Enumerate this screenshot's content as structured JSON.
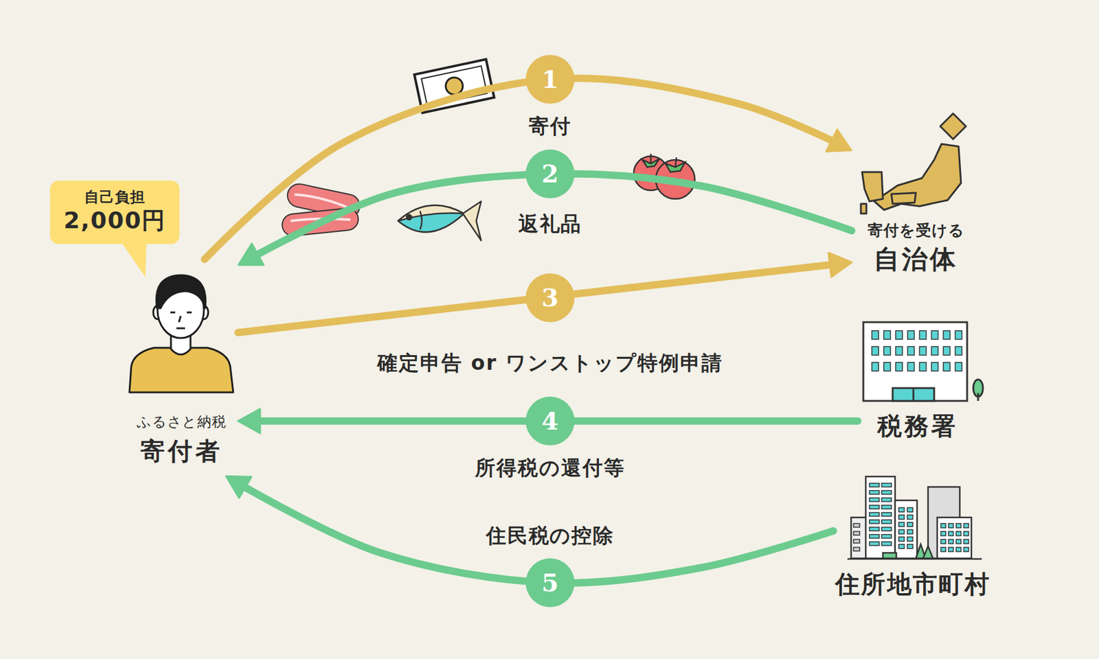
{
  "diagram": {
    "nodes": [
      {
        "text": [
          "自己負担",
          "2,000円"
        ]
      },
      {
        "text": [
          "ふるさと納税",
          "寄付者"
        ]
      },
      {
        "text": [
          "寄付を受ける",
          "自治体"
        ]
      },
      {
        "text": [
          "税務署"
        ]
      },
      {
        "text": [
          "住所地市町村"
        ]
      }
    ],
    "edges": [
      {
        "from": 1,
        "to": 2,
        "label": "寄付",
        "arrow": "to"
      },
      {
        "from": 2,
        "to": 1,
        "label": "返礼品",
        "arrow": "to"
      },
      {
        "from": 1,
        "to": 2,
        "label": "確定申告 or ワンストップ特例申請",
        "arrow": "to"
      },
      {
        "from": 3,
        "to": 1,
        "label": "所得税の還付等",
        "arrow": "to"
      },
      {
        "from": 4,
        "to": 1,
        "label": "住民税の控除",
        "arrow": "to"
      }
    ],
    "labels": [
      "1",
      "2",
      "3",
      "4",
      "5"
    ]
  }
}
